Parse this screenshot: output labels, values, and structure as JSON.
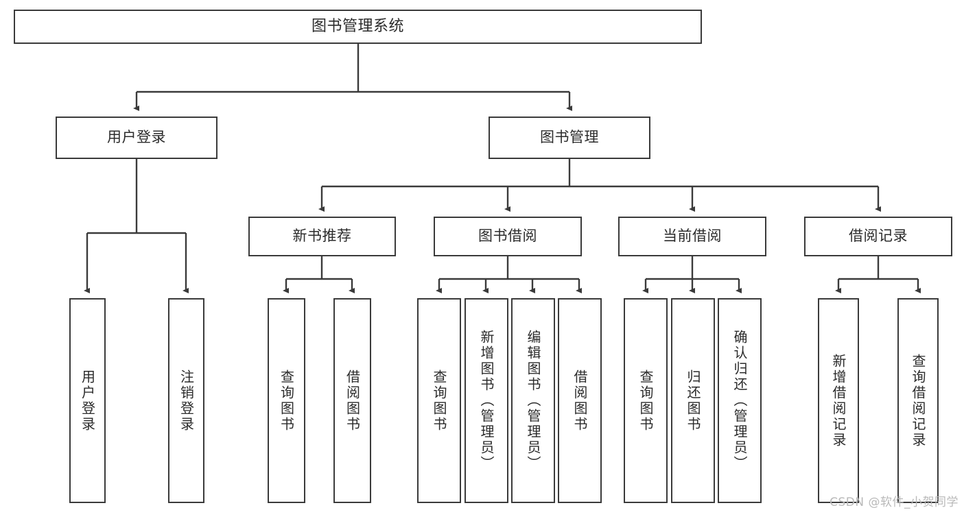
{
  "diagram": {
    "title": "图书管理系统",
    "type": "tree-hierarchy-diagram",
    "watermark": "CSDN @软件_小贺同学",
    "colors": {
      "stroke": "#3a3a3a",
      "fill": "#ffffff",
      "text": "#2b2b2b",
      "watermark": "#b9b9b9"
    },
    "levels": {
      "root": {
        "label": "图书管理系统"
      },
      "level2": [
        {
          "label": "用户登录"
        },
        {
          "label": "图书管理"
        }
      ],
      "level3": [
        {
          "label": "新书推荐"
        },
        {
          "label": "图书借阅"
        },
        {
          "label": "当前借阅"
        },
        {
          "label": "借阅记录"
        }
      ],
      "leaves": {
        "user_login": [
          {
            "label": "用户登录"
          },
          {
            "label": "注销登录"
          }
        ],
        "new_book_recommend": [
          {
            "label": "查询图书"
          },
          {
            "label": "借阅图书"
          }
        ],
        "book_borrow": [
          {
            "label": "查询图书"
          },
          {
            "label": "新增图书（管理员）"
          },
          {
            "label": "编辑图书（管理员）"
          },
          {
            "label": "借阅图书"
          }
        ],
        "current_borrow": [
          {
            "label": "查询图书"
          },
          {
            "label": "归还图书"
          },
          {
            "label": "确认归还（管理员）"
          }
        ],
        "borrow_record": [
          {
            "label": "新增借阅记录"
          },
          {
            "label": "查询借阅记录"
          }
        ]
      }
    }
  }
}
